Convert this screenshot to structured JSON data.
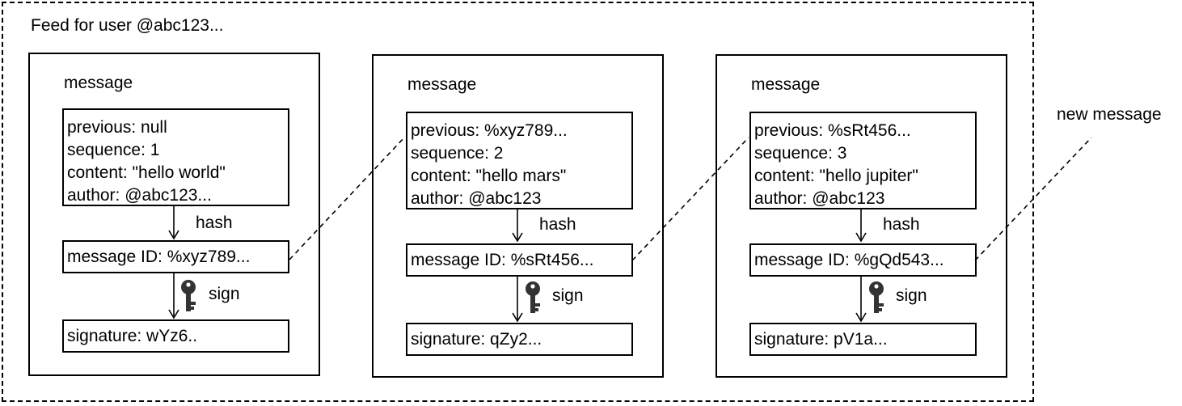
{
  "feed": {
    "title": "Feed for user @abc123..."
  },
  "messages": [
    {
      "label": "message",
      "previous": "previous: null",
      "sequence": "sequence: 1",
      "content": "content: \"hello world\"",
      "author": "author: @abc123...",
      "hash_label": "hash",
      "message_id": "message ID: %xyz789...",
      "sign_label": "sign",
      "signature": "signature: wYz6.."
    },
    {
      "label": "message",
      "previous": "previous:  %xyz789...",
      "sequence": "sequence: 2",
      "content": "content: \"hello mars\"",
      "author": "author: @abc123",
      "hash_label": "hash",
      "message_id": "message ID: %sRt456...",
      "sign_label": "sign",
      "signature": "signature: qZy2..."
    },
    {
      "label": "message",
      "previous": "previous: %sRt456...",
      "sequence": "sequence: 3",
      "content": "content: \"hello jupiter\"",
      "author": "author: @abc123",
      "hash_label": "hash",
      "message_id": "message ID: %gQd543...",
      "sign_label": "sign",
      "signature": "signature: pV1a..."
    }
  ],
  "new_message_label": "new message",
  "icons": {
    "sign": "key-icon"
  }
}
